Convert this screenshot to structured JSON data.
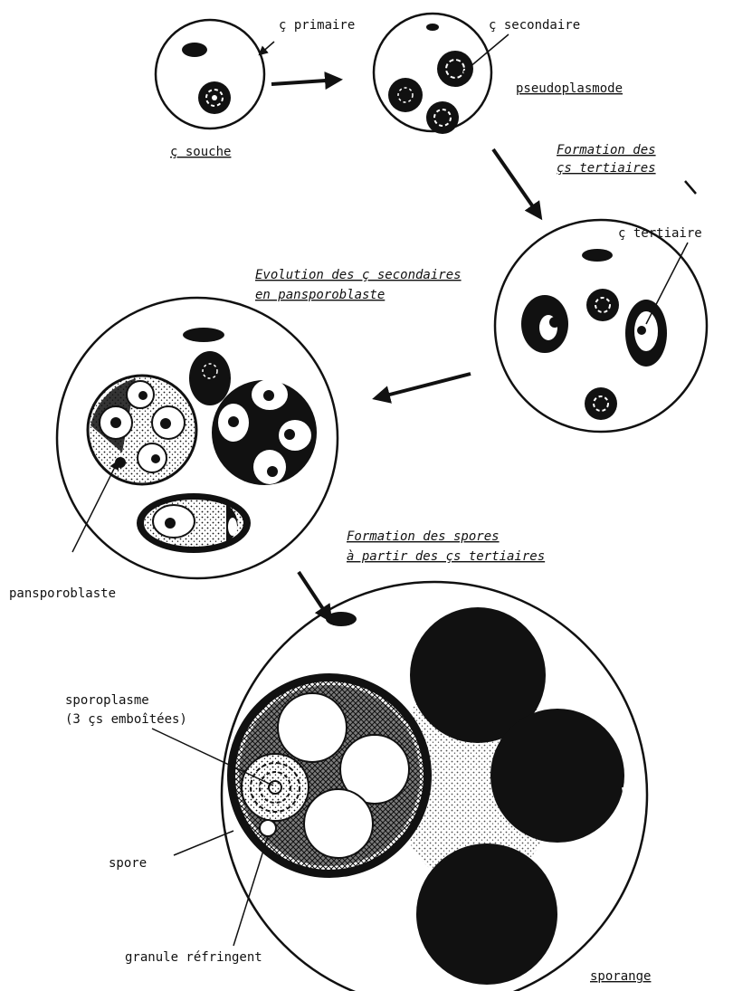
{
  "labels": {
    "c_primaire": "ç primaire",
    "c_secondaire": "ç secondaire",
    "c_souche": "ç souche",
    "pseudoplasmode": "pseudoplasmode",
    "formation_tertiaires_1": "Formation des",
    "formation_tertiaires_2": "çs tertiaires",
    "c_tertiaire": "ç tertiaire",
    "evolution_1": "Evolution des ç secondaires",
    "evolution_2": "en pansporoblaste",
    "pansporoblaste": "pansporoblaste",
    "formation_spores_1": "Formation des spores",
    "formation_spores_2": "à partir des çs tertiaires",
    "sporoplasme_1": "sporoplasme",
    "sporoplasme_2": "(3 çs emboîtées)",
    "spore": "spore",
    "granule": "granule réfringent",
    "sporange": "sporange"
  },
  "colors": {
    "ink": "#111111",
    "paper": "#ffffff"
  }
}
